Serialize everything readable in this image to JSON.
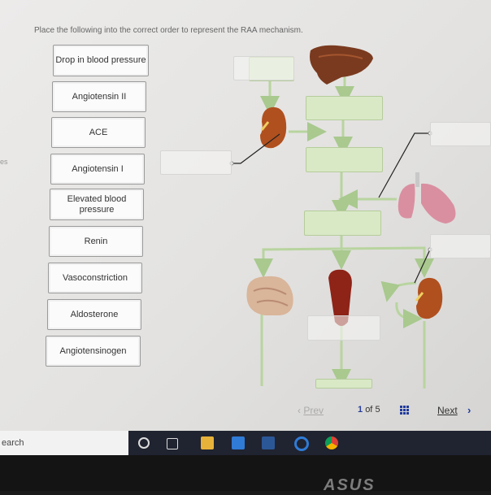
{
  "question": {
    "instruction": "Place the following into the correct order to represent the RAA mechanism."
  },
  "edge_label": "es",
  "cards": [
    {
      "id": "drop-in-blood-pressure",
      "label": "Drop in blood pressure"
    },
    {
      "id": "angiotensin-ii",
      "label": "Angiotensin II"
    },
    {
      "id": "ace",
      "label": "ACE"
    },
    {
      "id": "angiotensin-i",
      "label": "Angiotensin I"
    },
    {
      "id": "elevated-blood-pressure",
      "label": "Elevated blood pressure"
    },
    {
      "id": "renin",
      "label": "Renin"
    },
    {
      "id": "vasoconstriction",
      "label": "Vasoconstriction"
    },
    {
      "id": "aldosterone",
      "label": "Aldosterone"
    },
    {
      "id": "angiotensinogen",
      "label": "Angiotensinogen"
    }
  ],
  "navigation": {
    "prev_label": "Prev",
    "current_page": "1",
    "of_label": "of",
    "total_pages": "5",
    "next_label": "Next"
  },
  "taskbar": {
    "search_text": "earch"
  },
  "bezel": {
    "brand": "ASUS"
  },
  "icons": {
    "prev": "chevron-left-icon",
    "next": "chevron-right-icon",
    "grid": "grid-icon",
    "cortana": "cortana-circle-icon",
    "task_view": "task-view-icon"
  },
  "colors": {
    "flow_box": "#d9e9c6",
    "arrow": "#a9c98f",
    "liver": "#7a3a1f",
    "kidney": "#b0501f",
    "lung": "#d98fa0",
    "brain": "#d9b59a",
    "vessel": "#8e2318",
    "link": "#1f3a9e"
  }
}
